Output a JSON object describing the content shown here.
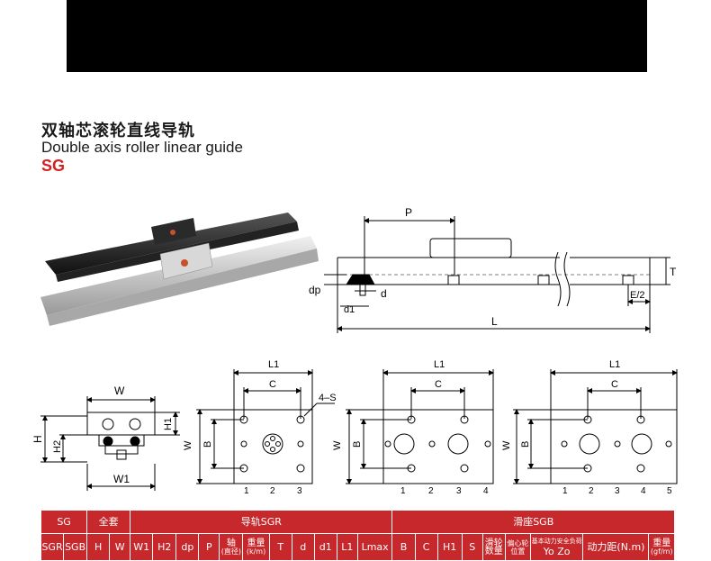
{
  "header": {
    "title_cn": "双轴芯滚轮直线导轨",
    "title_en": "Double axis roller linear guide",
    "code": "SG"
  },
  "drawing_labels": {
    "P": "P",
    "T": "T",
    "dp": "dp",
    "d": "d",
    "d1": "d1",
    "E2": "E/2",
    "L": "L",
    "W": "W",
    "H": "H",
    "H1": "H1",
    "H2": "H2",
    "W1": "W1",
    "L1": "L1",
    "C": "C",
    "B": "B",
    "holes": "4–S",
    "n1": "1",
    "n2": "2",
    "n3": "3",
    "n4": "4",
    "n5": "5"
  },
  "table": {
    "groups": [
      "SG",
      "全套",
      "导轨SGR",
      "滑座SGB"
    ],
    "columns": [
      {
        "main": "SGR"
      },
      {
        "main": "SGB"
      },
      {
        "main": "H"
      },
      {
        "main": "W"
      },
      {
        "main": "W1"
      },
      {
        "main": "H2"
      },
      {
        "main": "dp"
      },
      {
        "main": "P"
      },
      {
        "main": "轴",
        "sub": "(直径)"
      },
      {
        "main": "重量",
        "sub": "(k/m)"
      },
      {
        "main": "T"
      },
      {
        "main": "d"
      },
      {
        "main": "d1"
      },
      {
        "main": "L1"
      },
      {
        "main": "Lmax"
      },
      {
        "main": "B"
      },
      {
        "main": "C"
      },
      {
        "main": "H1"
      },
      {
        "main": "S"
      },
      {
        "main": "滑轮",
        "sub": "数量"
      },
      {
        "main": "偏心轮",
        "sub": "位置"
      },
      {
        "main": "基本动力安全负荷",
        "sub": "Yo   Zo"
      },
      {
        "main": "动力距(N.m)"
      },
      {
        "main": "重量",
        "sub": "(gf/m)"
      }
    ]
  },
  "colors": {
    "table_red": "#c6282b",
    "brand_red": "#d42020",
    "banner": "#000000"
  }
}
